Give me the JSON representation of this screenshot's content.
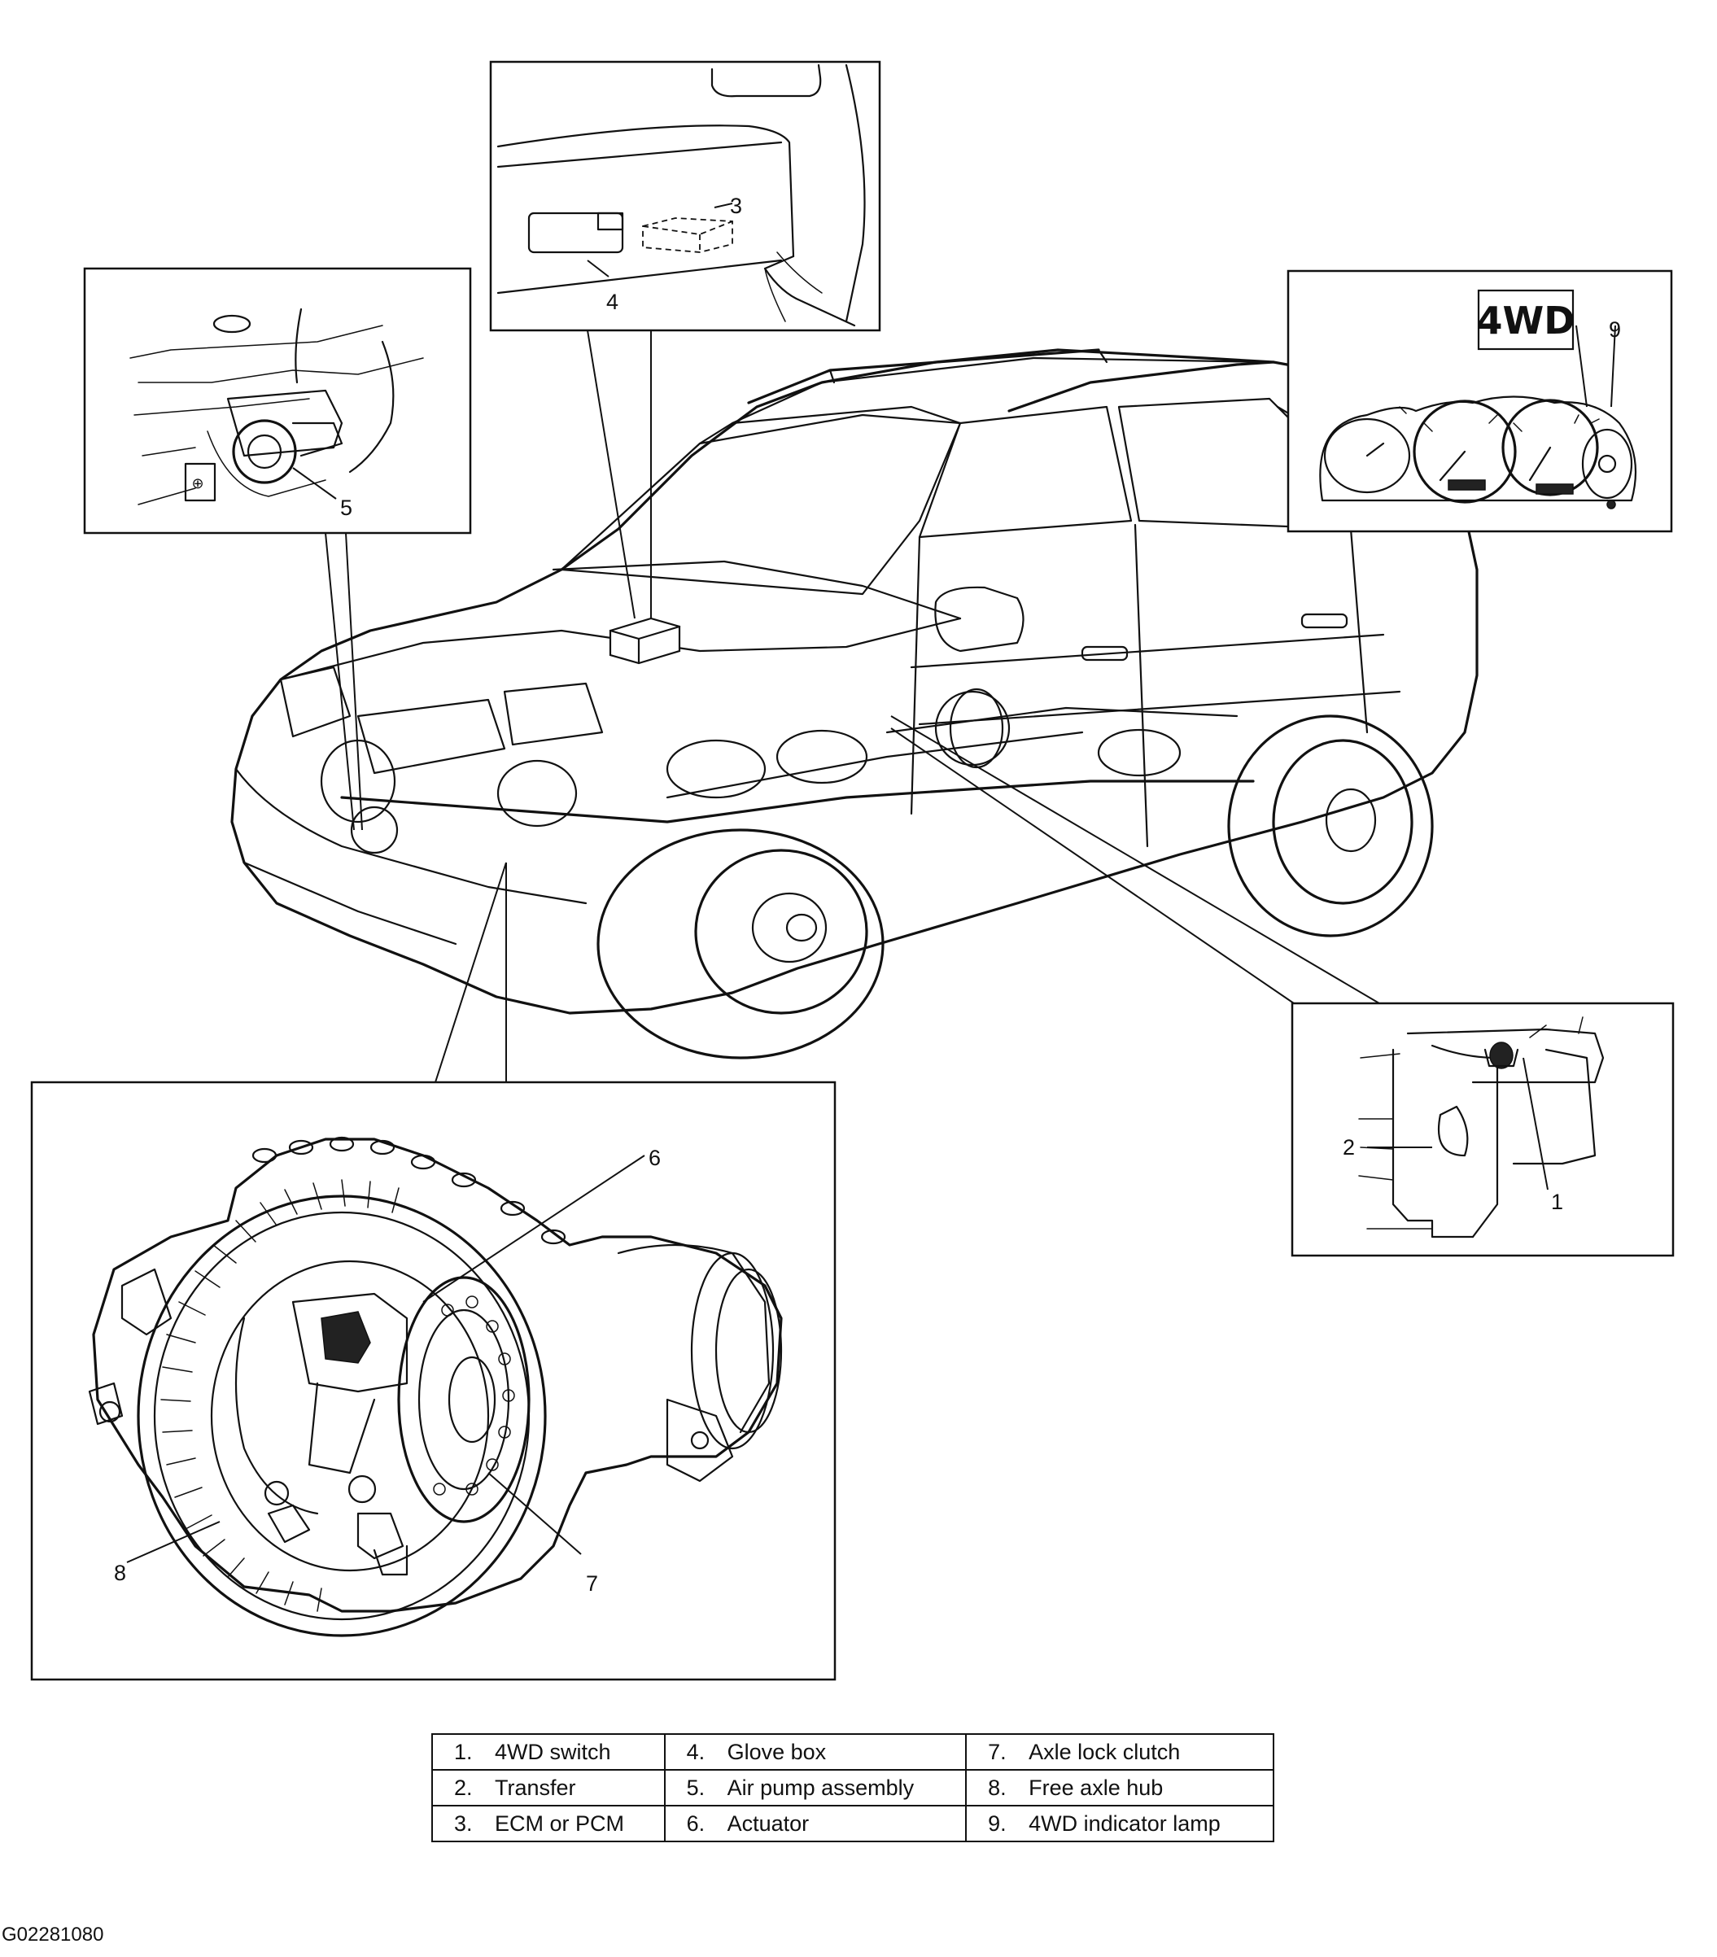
{
  "callouts": {
    "c1": "1",
    "c2": "2",
    "c3": "3",
    "c4": "4",
    "c5": "5",
    "c6": "6",
    "c7": "7",
    "c8": "8",
    "c9": "9"
  },
  "indicator_badge": "4WD",
  "legend": {
    "rows": [
      [
        {
          "num": "1.",
          "label": "4WD switch"
        },
        {
          "num": "4.",
          "label": "Glove box"
        },
        {
          "num": "7.",
          "label": "Axle lock clutch"
        }
      ],
      [
        {
          "num": "2.",
          "label": "Transfer"
        },
        {
          "num": "5.",
          "label": "Air pump assembly"
        },
        {
          "num": "8.",
          "label": "Free axle hub"
        }
      ],
      [
        {
          "num": "3.",
          "label": "ECM or PCM"
        },
        {
          "num": "6.",
          "label": "Actuator"
        },
        {
          "num": "9.",
          "label": "4WD indicator lamp"
        }
      ]
    ]
  },
  "figure_id": "G02281080"
}
